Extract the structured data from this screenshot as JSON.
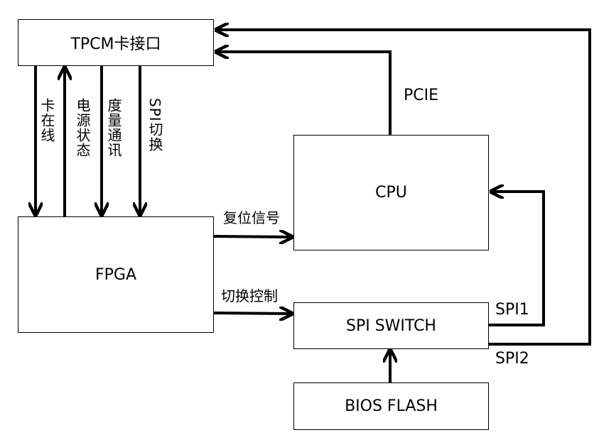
{
  "blocks": {
    "tpcm": "TPCM卡接口",
    "fpga": "FPGA",
    "cpu": "CPU",
    "spi_switch": "SPI SWITCH",
    "bios_flash": "BIOS FLASH"
  },
  "signals": {
    "card_online": "卡在线",
    "power_status": "电源状态",
    "measure_comm": "度量通讯",
    "spi_switching": "SPI切换",
    "reset_signal": "复位信号",
    "switch_control": "切换控制",
    "pcie": "PCIE",
    "spi1": "SPI1",
    "spi2": "SPI2"
  }
}
